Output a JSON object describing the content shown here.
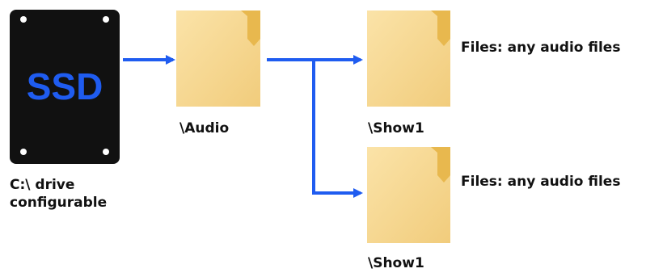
{
  "ssd": {
    "label": "SSD",
    "caption_line1": "C:\\ drive",
    "caption_line2": "configurable"
  },
  "folders": {
    "audio": "\\Audio",
    "show1_top": "\\Show1",
    "show1_bottom": "\\Show1"
  },
  "notes": {
    "files_top": "Files: any audio files",
    "files_bottom": "Files: any audio files"
  },
  "colors": {
    "arrow": "#1f5cf0",
    "ssd_body": "#111111",
    "ssd_text": "#1f5cf0",
    "folder_front": "#f6d58f",
    "folder_tab": "#e8b84e"
  }
}
